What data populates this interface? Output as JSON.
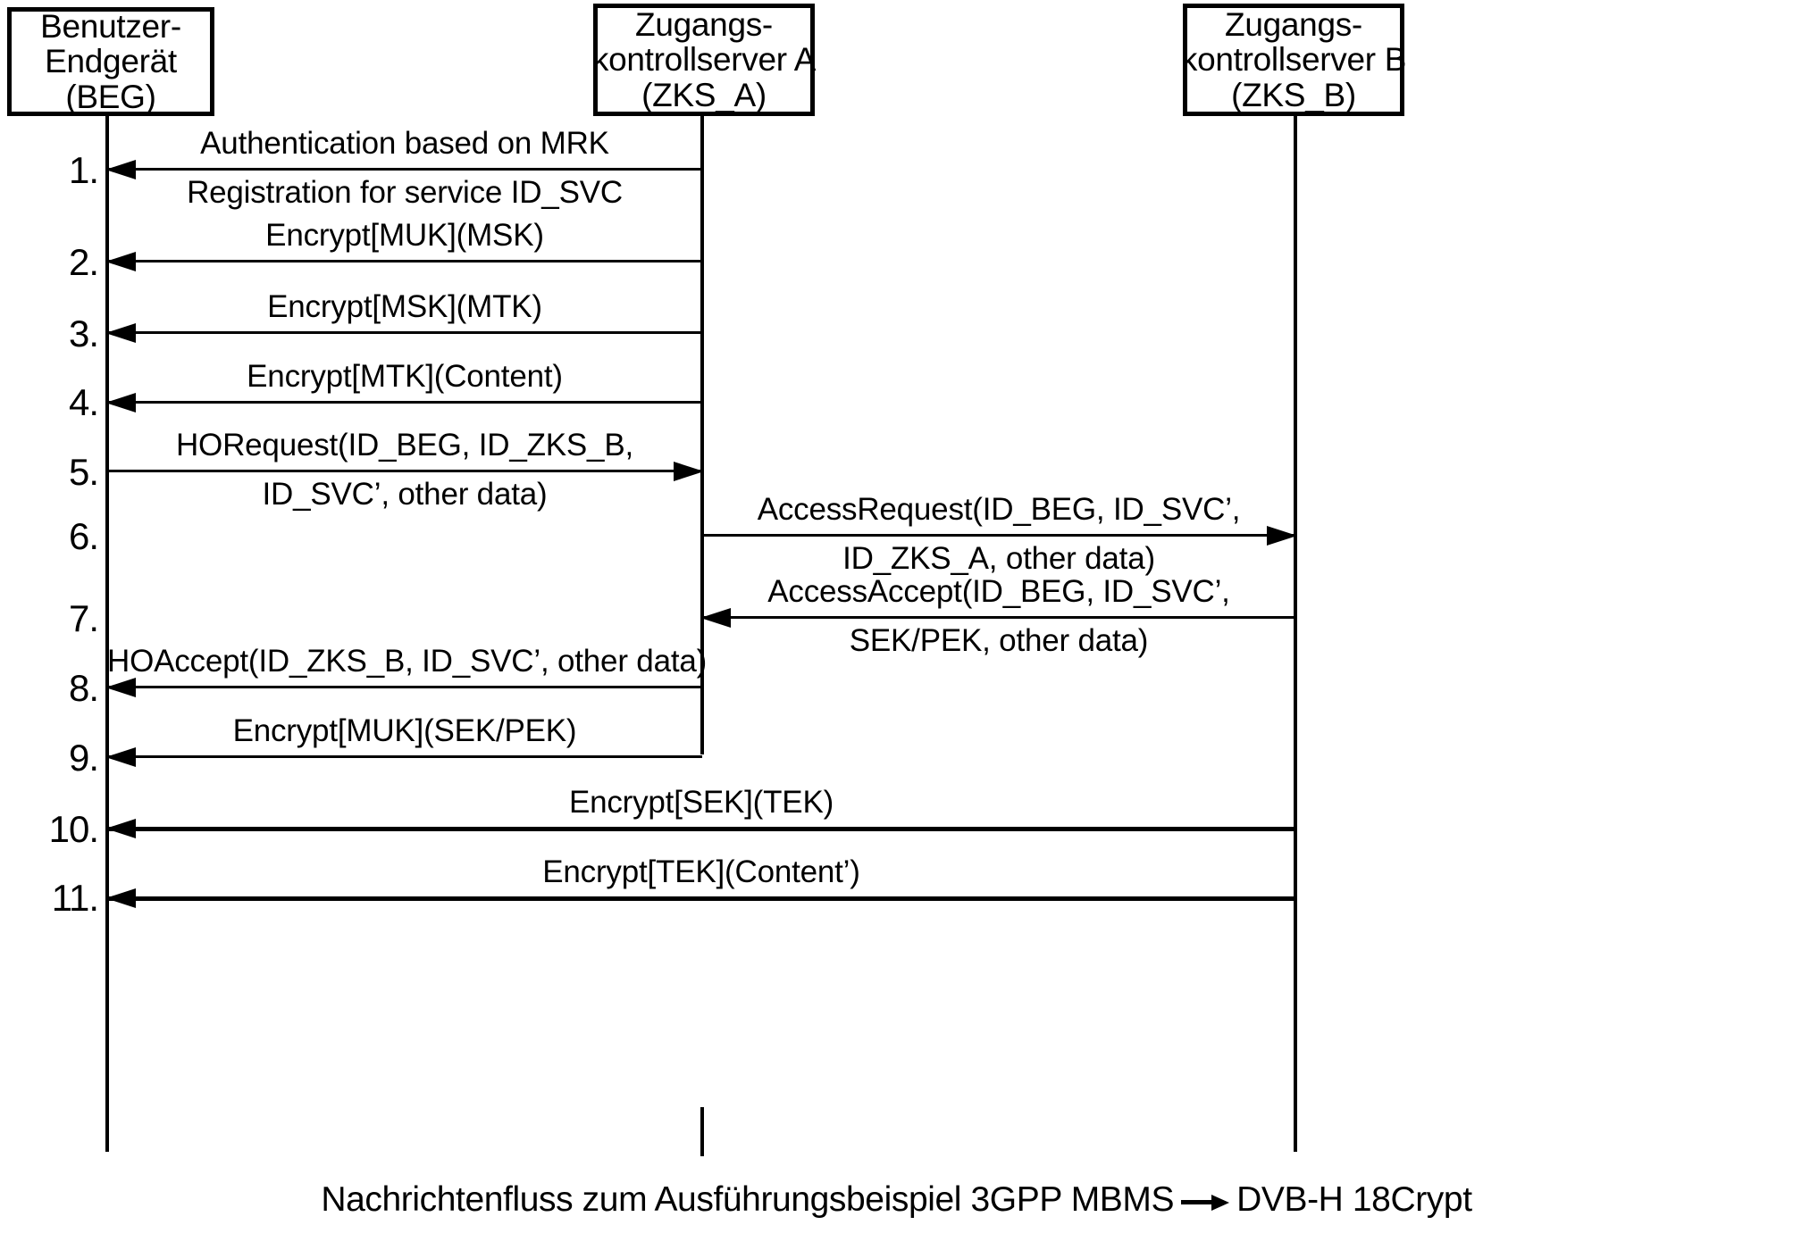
{
  "diagram": {
    "title": "Nachrichtenfluss zum Ausführungsbeispiel 3GPP MBMS → DVB-H 18Crypt",
    "caption_before_arrow": "Nachrichtenfluss zum Ausführungsbeispiel 3GPP MBMS",
    "caption_after_arrow": "DVB-H 18Crypt",
    "caption_arrow_icon": "right-arrow-icon"
  },
  "actors": [
    {
      "id": "beg",
      "lines": [
        "Benutzer-",
        "Endgerät",
        "(BEG)"
      ],
      "name": "Benutzer-Endgerät",
      "abbrev": "(BEG)"
    },
    {
      "id": "zks_a",
      "lines": [
        "Zugangs-",
        "kontrollserver A",
        "(ZKS_A)"
      ],
      "name": "Zugangskontrollserver A",
      "abbrev": "(ZKS_A)"
    },
    {
      "id": "zks_b",
      "lines": [
        "Zugangs-",
        "kontrollserver B",
        "(ZKS_B)"
      ],
      "name": "Zugangskontrollserver B",
      "abbrev": "(ZKS_B)"
    }
  ],
  "messages": [
    {
      "number": "1.",
      "from": "zks_a",
      "to": "beg",
      "direction": "left",
      "label_above": "Authentication based on MRK",
      "label_below": "Registration for service ID_SVC"
    },
    {
      "number": "2.",
      "from": "zks_a",
      "to": "beg",
      "direction": "left",
      "label_above": "Encrypt[MUK](MSK)",
      "label_below": ""
    },
    {
      "number": "3.",
      "from": "zks_a",
      "to": "beg",
      "direction": "left",
      "label_above": "Encrypt[MSK](MTK)",
      "label_below": ""
    },
    {
      "number": "4.",
      "from": "zks_a",
      "to": "beg",
      "direction": "left",
      "label_above": "Encrypt[MTK](Content)",
      "label_below": ""
    },
    {
      "number": "5.",
      "from": "beg",
      "to": "zks_a",
      "direction": "right",
      "label_above": "HORequest(ID_BEG, ID_ZKS_B,",
      "label_below": "ID_SVC’, other data)"
    },
    {
      "number": "6.",
      "from": "zks_a",
      "to": "zks_b",
      "direction": "right",
      "label_above": "AccessRequest(ID_BEG, ID_SVC’,",
      "label_below": "ID_ZKS_A, other data)"
    },
    {
      "number": "7.",
      "from": "zks_b",
      "to": "zks_a",
      "direction": "left",
      "label_above": "AccessAccept(ID_BEG, ID_SVC’,",
      "label_below": "SEK/PEK, other data)"
    },
    {
      "number": "8.",
      "from": "zks_a",
      "to": "beg",
      "direction": "left",
      "label_above": "HOAccept(ID_ZKS_B, ID_SVC’, other data)",
      "label_below": ""
    },
    {
      "number": "9.",
      "from": "zks_a",
      "to": "beg",
      "direction": "left",
      "label_above": "Encrypt[MUK](SEK/PEK)",
      "label_below": ""
    },
    {
      "number": "10.",
      "from": "zks_b",
      "to": "beg",
      "direction": "left",
      "label_above": "Encrypt[SEK](TEK)",
      "label_below": ""
    },
    {
      "number": "11.",
      "from": "zks_b",
      "to": "beg",
      "direction": "left",
      "label_above": "Encrypt[TEK](Content’)",
      "label_below": ""
    }
  ],
  "colors": {
    "ink": "#000000",
    "paper": "#ffffff"
  }
}
